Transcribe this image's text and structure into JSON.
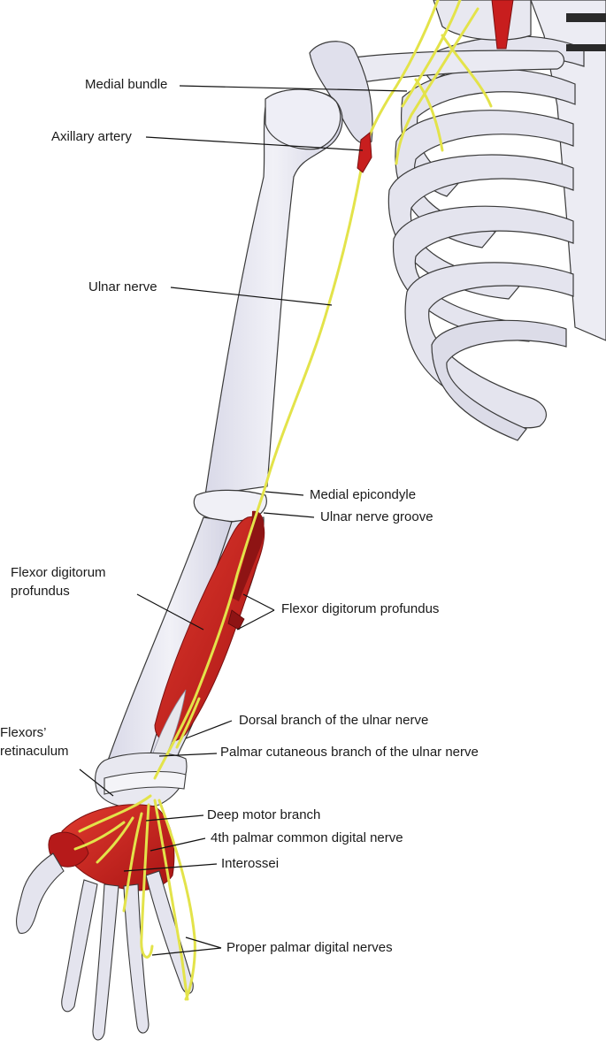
{
  "labels": {
    "medial_bundle": "Medial bundle",
    "axillary_artery": "Axillary artery",
    "ulnar_nerve": "Ulnar nerve",
    "medial_epicondyle": "Medial epicondyle",
    "ulnar_nerve_groove": "Ulnar nerve groove",
    "fdp_left_line1": "Flexor digitorum",
    "fdp_left_line2": "profundus",
    "fdp_right": "Flexor digitorum profundus",
    "dorsal_branch": "Dorsal branch of the ulnar nerve",
    "flexors_retinaculum_line1": "Flexors’",
    "flexors_retinaculum_line2": "retinaculum",
    "palmar_cutaneous_branch": "Palmar cutaneous branch of the ulnar nerve",
    "deep_motor_branch": "Deep motor branch",
    "fourth_palmar_common_digital": "4th palmar common digital nerve",
    "interossei": "Interossei",
    "proper_palmar_digital": "Proper palmar digital nerves"
  },
  "colors": {
    "bone_fill": "#e6e6f0",
    "bone_outline": "#3a3a3a",
    "nerve": "#e3e34a",
    "muscle": "#c81e1e",
    "muscle_dark": "#8e1414",
    "leader_line": "#111111"
  }
}
